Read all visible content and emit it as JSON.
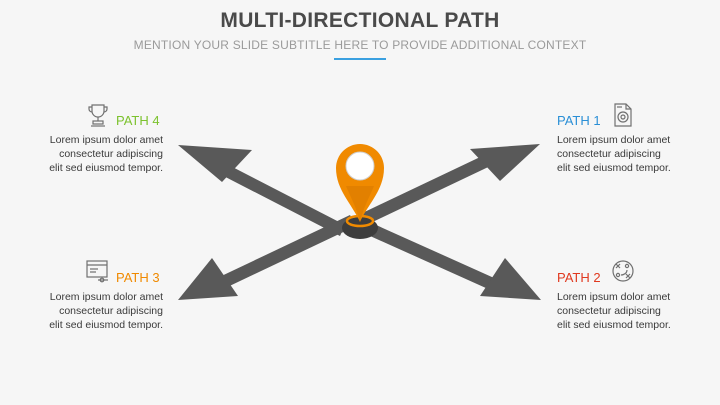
{
  "header": {
    "title": "MULTI-DIRECTIONAL PATH",
    "subtitle": "MENTION YOUR SLIDE SUBTITLE HERE TO PROVIDE ADDITIONAL CONTEXT"
  },
  "paths": {
    "p1": {
      "label": "PATH 1",
      "color": "#2a8fd6",
      "icon": "document-target-icon",
      "text": [
        "Lorem ipsum dolor amet",
        "consectetur adipiscing",
        "elit sed eiusmod tempor."
      ]
    },
    "p2": {
      "label": "PATH 2",
      "color": "#e0391f",
      "icon": "strategy-play-icon",
      "text": [
        "Lorem ipsum dolor amet",
        "consectetur adipiscing",
        "elit sed eiusmod tempor."
      ]
    },
    "p3": {
      "label": "PATH 3",
      "color": "#f08a00",
      "icon": "folder-settings-icon",
      "text": [
        "Lorem ipsum dolor amet",
        "consectetur adipiscing",
        "elit sed eiusmod tempor."
      ]
    },
    "p4": {
      "label": "PATH 4",
      "color": "#7cc22e",
      "icon": "trophy-icon",
      "text": [
        "Lorem ipsum dolor amet",
        "consectetur adipiscing",
        "elit sed eiusmod tempor."
      ]
    }
  },
  "colors": {
    "arrow": "#595959",
    "pin": "#f08a00",
    "accent_rule": "#3aa0e0"
  }
}
